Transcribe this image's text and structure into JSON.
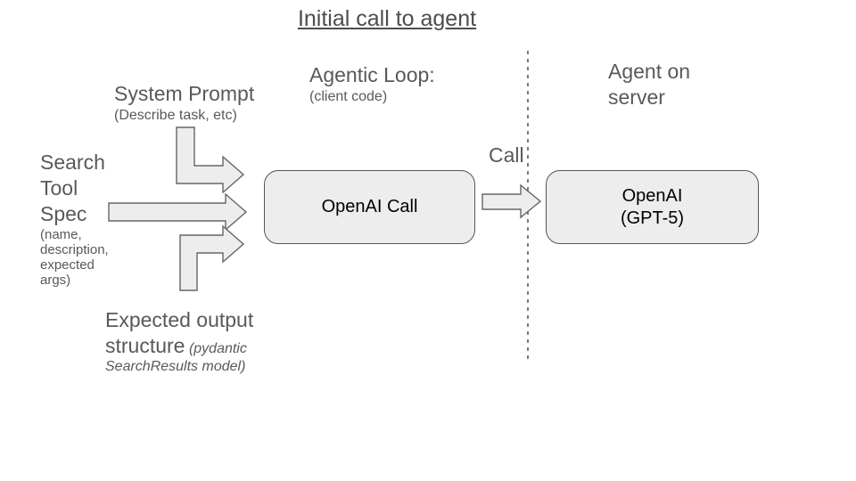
{
  "title": "Initial call to agent",
  "labels": {
    "system_prompt": {
      "title": "System Prompt",
      "subtitle": "(Describe task, etc)"
    },
    "agentic_loop": {
      "title": "Agentic Loop:",
      "subtitle": "(client code)"
    },
    "agent_on_server": "Agent on server",
    "search_tool_spec": {
      "title": "Search Tool Spec",
      "subtitle": "(name, description, expected args)"
    },
    "call": "Call",
    "expected_output": {
      "title": "Expected output structure",
      "note": "(pydantic SearchResults model)"
    }
  },
  "nodes": {
    "openai_call": "OpenAI Call",
    "openai_gpt5": {
      "line1": "OpenAI",
      "line2": "(GPT-5)"
    }
  },
  "colors": {
    "background": "#ffffff",
    "text_gray": "#595959",
    "text_black": "#000000",
    "shape_fill": "#ededed",
    "shape_stroke": "#666666",
    "box_stroke": "#555555",
    "divider": "#444444"
  }
}
